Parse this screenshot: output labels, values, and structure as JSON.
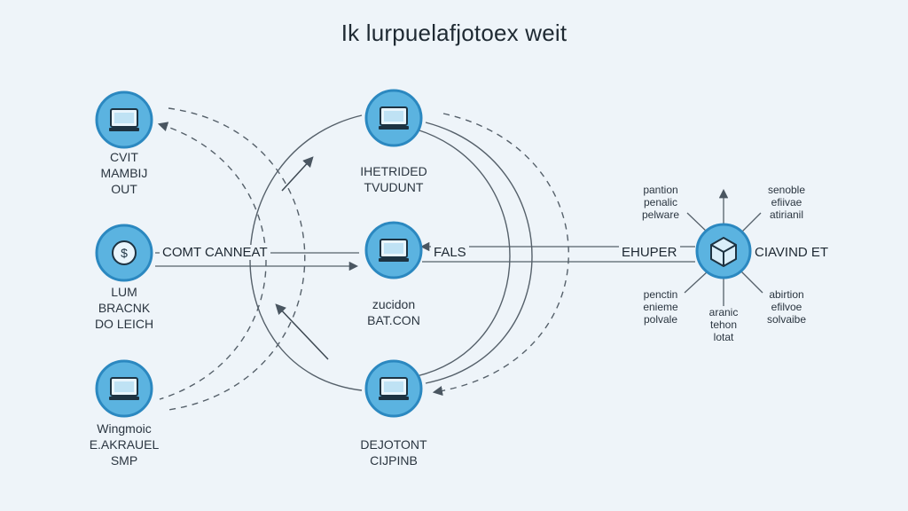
{
  "title": "Ik lurpuelafjotoex weit",
  "colors": {
    "node_fill": "#5bb3e0",
    "node_ring": "#2b88c0",
    "line": "#55606a",
    "bg": "#eef4f9"
  },
  "nodes": {
    "top_left": {
      "icon": "monitor-icon",
      "lines": [
        "CVIT",
        "MAMBIJ",
        "OUT"
      ]
    },
    "mid_left": {
      "icon": "coin-icon",
      "lines": [
        "LUM",
        "BRACNK",
        "DO LEICH"
      ]
    },
    "bottom_left": {
      "icon": "monitor-icon",
      "lines": [
        "Wingmoic",
        "E.AKRAUEL",
        "SMP"
      ]
    },
    "top_center": {
      "icon": "monitor-icon",
      "lines": [
        "IHETRIDED",
        "TVUDUNT"
      ]
    },
    "mid_center": {
      "icon": "monitor-icon",
      "lines": [
        "zucidon",
        "BAT.CON"
      ]
    },
    "bottom_center": {
      "icon": "monitor-icon",
      "lines": [
        "DEJOTONT",
        "CIJPINB"
      ]
    },
    "hub": {
      "icon": "cube-icon"
    }
  },
  "connectors": {
    "left_to_center": "COMT CANNEAT",
    "center_right": "FALS",
    "hub_left": "EHUPER",
    "hub_right": "CIAVIND ET"
  },
  "hub_notes": {
    "top_left": [
      "pantion",
      "penalic",
      "pelware"
    ],
    "top_right": [
      "senoble",
      "efiivae",
      "atirianil"
    ],
    "bottom_left": [
      "penctin",
      "enieme",
      "polvale"
    ],
    "bottom_mid": [
      "aranic",
      "tehon",
      "lotat"
    ],
    "bottom_right": [
      "abirtion",
      "efilvoe",
      "solvaibe"
    ]
  }
}
